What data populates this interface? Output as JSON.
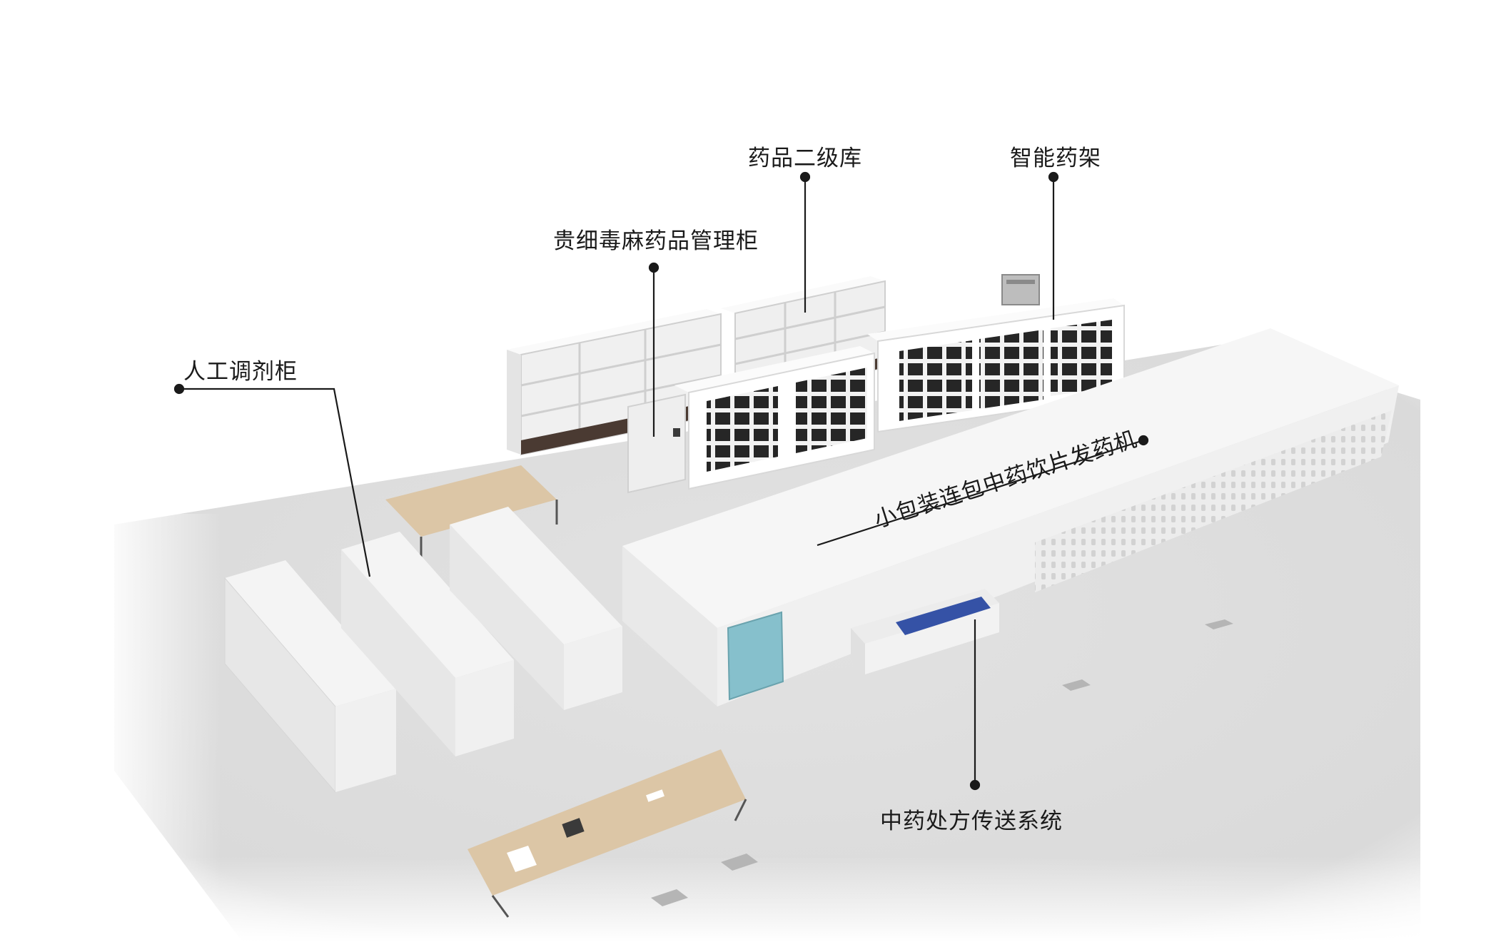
{
  "labels": {
    "secondary_warehouse": "药品二级库",
    "smart_shelf": "智能药架",
    "controlled_cabinet": "贵细毒麻药品管理柜",
    "manual_cabinet": "人工调剂柜",
    "dispensing_machine": "小包装连包中药饮片发药机",
    "conveyor_system": "中药处方传送系统"
  },
  "colors": {
    "floor": "#dcdcdc",
    "wall": "#f4f4f4",
    "wood": "#dcc6a6",
    "dark": "#2a2a2a",
    "belt": "#3552a6",
    "panel": "#86c0cc",
    "line": "#1a1a1a"
  }
}
